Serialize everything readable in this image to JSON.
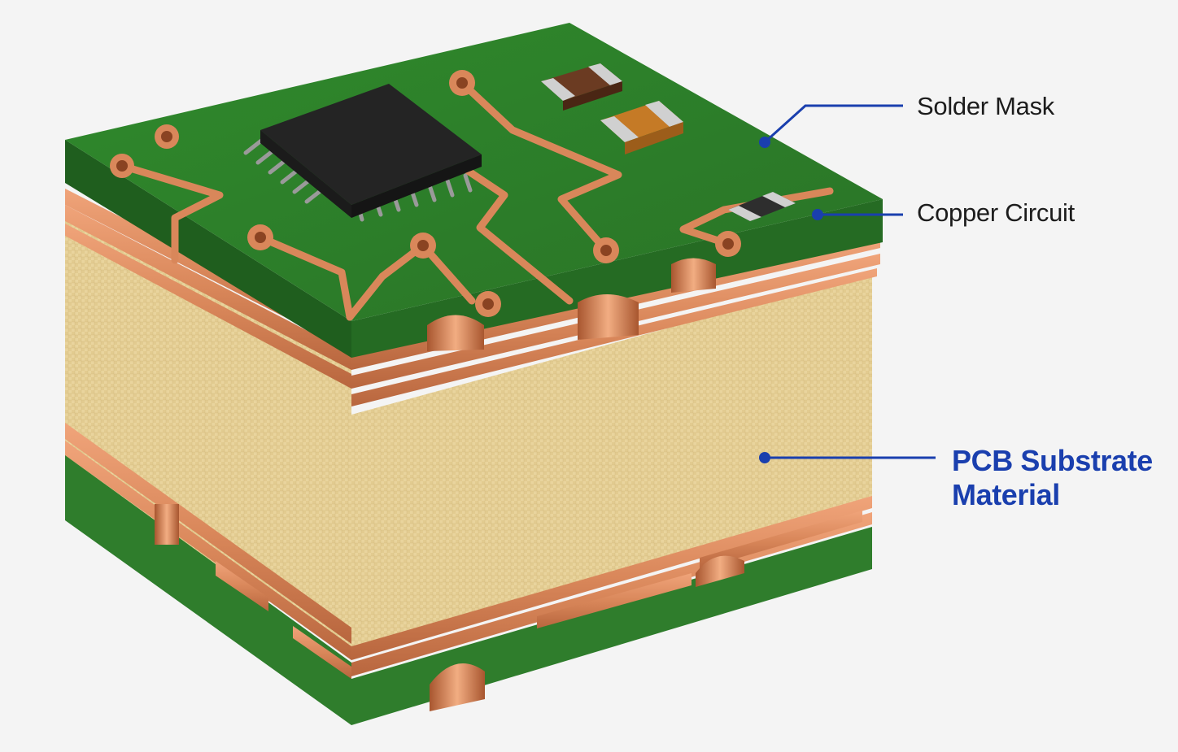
{
  "labels": {
    "solder_mask": "Solder Mask",
    "copper_circuit": "Copper Circuit",
    "substrate_line1": "PCB Substrate",
    "substrate_line2": "Material"
  },
  "colors": {
    "background": "#f4f4f4",
    "solder_mask": "#2f7d2c",
    "solder_mask_dark": "#1f5e1e",
    "copper": "#d9875a",
    "copper_dark": "#b5653d",
    "substrate": "#e8d29a",
    "chip": "#2b2b2b",
    "callout": "#1a3fae"
  },
  "icons": {
    "ic_chip": "qfp-chip-icon",
    "components": "smd-component-icon"
  }
}
